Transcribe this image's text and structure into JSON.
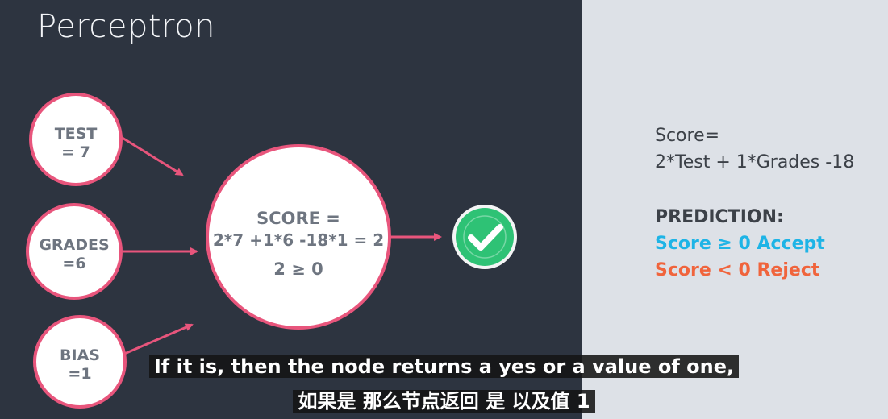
{
  "title": "Perceptron",
  "nodes": {
    "test": {
      "label": "TEST",
      "value": "= 7"
    },
    "grades": {
      "label": "GRADES",
      "value": "=6"
    },
    "bias": {
      "label": "BIAS",
      "value": "=1"
    },
    "score": {
      "label": "SCORE =",
      "formula": "2*7 +1*6 -18*1 = 2",
      "comparison": "2 ≥ 0"
    }
  },
  "output_icon": "check-circle-icon",
  "right_panel": {
    "score_line1": "Score=",
    "score_line2": "2*Test + 1*Grades -18",
    "prediction_heading": "PREDICTION:",
    "accept_rule": "Score ≥ 0 Accept",
    "reject_rule": "Score < 0 Reject"
  },
  "subtitles": {
    "english": "If it is, then the node returns a yes or a value of one,",
    "chinese": "如果是 那么节点返回 是 以及值 1"
  },
  "colors": {
    "background_dark": "#2d3440",
    "panel_light": "#dde1e7",
    "accent_pink": "#e8557c",
    "check_green": "#2ec275",
    "accept_blue": "#1eb4e6",
    "reject_orange": "#f0643c"
  }
}
